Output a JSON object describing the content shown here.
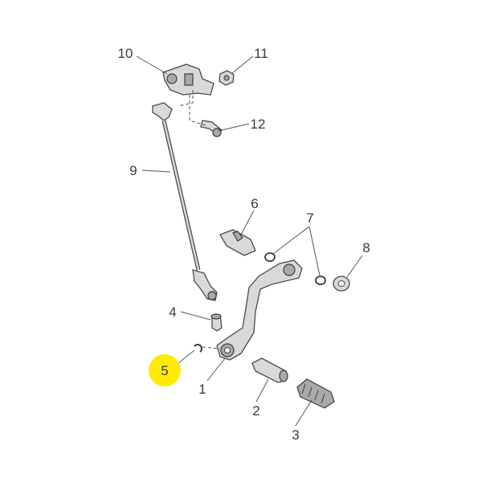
{
  "callouts": [
    {
      "number": "10"
    },
    {
      "number": "11"
    },
    {
      "number": "12"
    },
    {
      "number": "9"
    },
    {
      "number": "6"
    },
    {
      "number": "7"
    },
    {
      "number": "8"
    },
    {
      "number": "4"
    },
    {
      "number": "5",
      "highlighted": true
    },
    {
      "number": "1"
    },
    {
      "number": "2"
    },
    {
      "number": "3"
    }
  ],
  "colors": {
    "highlight": "#ffeb00",
    "line": "#555555",
    "part_fill": "#d9d9d9"
  }
}
